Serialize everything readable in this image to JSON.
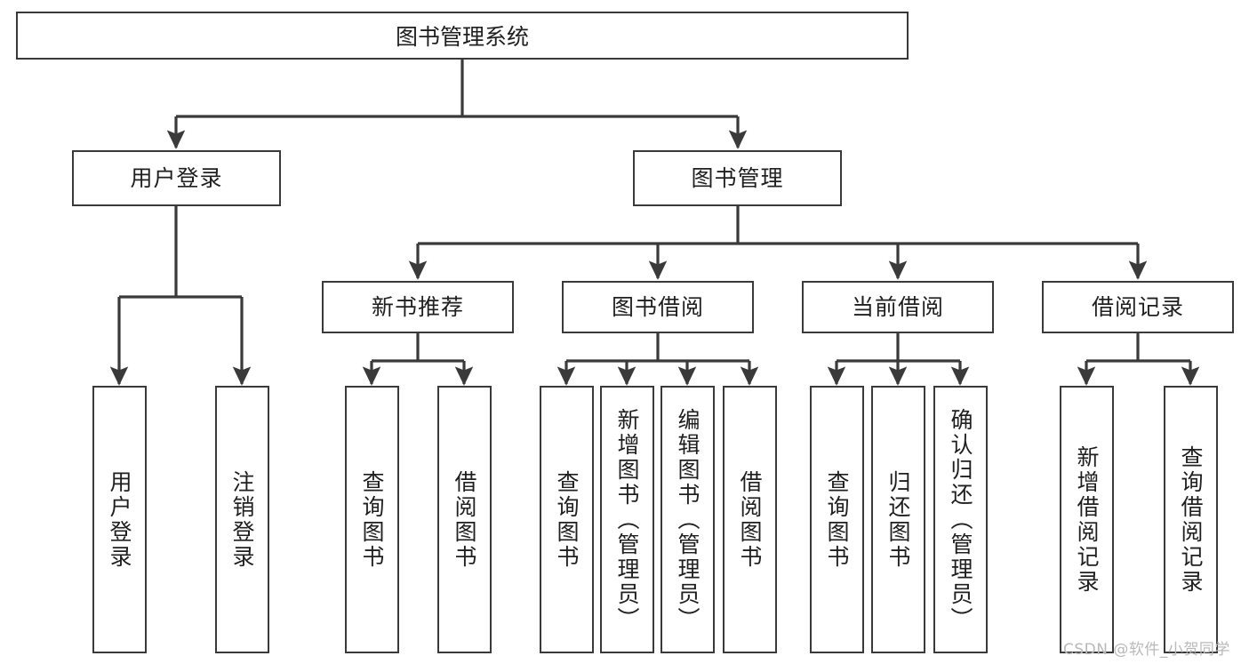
{
  "diagram": {
    "title": "图书管理系统",
    "type": "tree",
    "watermark": "CSDN @软件_小贺同学",
    "colors": {
      "stroke": "#3a3a3a",
      "fill": "#ffffff",
      "text": "#1f1f1f",
      "watermark": "#b9b9b9"
    },
    "nodes": {
      "root": {
        "label": "图书管理系统"
      },
      "level2": [
        {
          "id": "user-login",
          "label": "用户登录"
        },
        {
          "id": "book-management",
          "label": "图书管理"
        }
      ],
      "level3": [
        {
          "id": "new-book-recommend",
          "label": "新书推荐"
        },
        {
          "id": "book-borrow",
          "label": "图书借阅"
        },
        {
          "id": "current-borrow",
          "label": "当前借阅"
        },
        {
          "id": "borrow-record",
          "label": "借阅记录"
        }
      ],
      "leaves": [
        {
          "id": "leaf-user-login",
          "label": "用户登录",
          "parent": "user-login"
        },
        {
          "id": "leaf-user-logout",
          "label": "注销登录",
          "parent": "user-login"
        },
        {
          "id": "leaf-query-book-1",
          "label": "查询图书",
          "parent": "new-book-recommend"
        },
        {
          "id": "leaf-borrow-book-1",
          "label": "借阅图书",
          "parent": "new-book-recommend"
        },
        {
          "id": "leaf-query-book-2",
          "label": "查询图书",
          "parent": "book-borrow"
        },
        {
          "id": "leaf-add-book",
          "label": "新增图书（管理员）",
          "parent": "book-borrow"
        },
        {
          "id": "leaf-edit-book",
          "label": "编辑图书（管理员）",
          "parent": "book-borrow"
        },
        {
          "id": "leaf-borrow-book-2",
          "label": "借阅图书",
          "parent": "book-borrow"
        },
        {
          "id": "leaf-query-book-3",
          "label": "查询图书",
          "parent": "current-borrow"
        },
        {
          "id": "leaf-return-book",
          "label": "归还图书",
          "parent": "current-borrow"
        },
        {
          "id": "leaf-confirm-return",
          "label": "确认归还（管理员）",
          "parent": "current-borrow"
        },
        {
          "id": "leaf-add-record",
          "label": "新增借阅记录",
          "parent": "borrow-record"
        },
        {
          "id": "leaf-query-record",
          "label": "查询借阅记录",
          "parent": "borrow-record"
        }
      ]
    }
  }
}
